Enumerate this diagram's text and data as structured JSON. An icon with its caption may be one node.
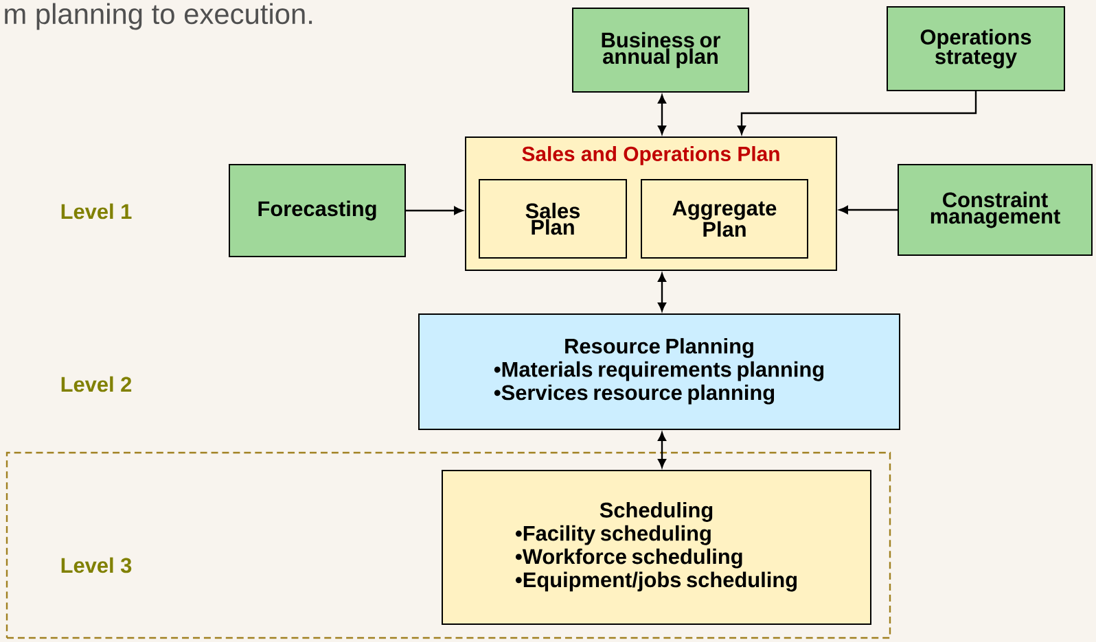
{
  "diagram": {
    "nodes": [
      {
        "text": [
          "Business or annual plan"
        ]
      },
      {
        "text": [
          "Operations strategy"
        ]
      },
      {
        "text": [
          "Forecasting"
        ]
      },
      {
        "text": [
          "Sales and Operations Plan"
        ]
      },
      {
        "text": [
          "Sales Plan"
        ],
        "in": 3
      },
      {
        "text": [
          "Aggregate Plan"
        ],
        "in": 3
      },
      {
        "text": [
          "Constraint management"
        ]
      },
      {
        "text": [
          "Resource Planning",
          "•Materials requirements planning",
          "•Services resource planning"
        ]
      },
      {
        "text": [
          "Level 3"
        ]
      },
      {
        "text": [
          "Scheduling",
          "•Facility scheduling",
          "•Workforce scheduling",
          "•Equipment/jobs scheduling"
        ],
        "in": 8
      }
    ],
    "edges": [
      {
        "from": 0,
        "to": 3,
        "arrow": "both"
      },
      {
        "from": 1,
        "to": 3,
        "arrow": "to"
      },
      {
        "from": 2,
        "to": 3,
        "arrow": "to"
      },
      {
        "from": 6,
        "to": 3,
        "arrow": "to"
      },
      {
        "from": 3,
        "to": 7,
        "arrow": "both"
      },
      {
        "from": 7,
        "to": 9,
        "arrow": "both"
      }
    ],
    "labels": [
      "m planning to execution.",
      "Level 1",
      "Level 2"
    ]
  }
}
